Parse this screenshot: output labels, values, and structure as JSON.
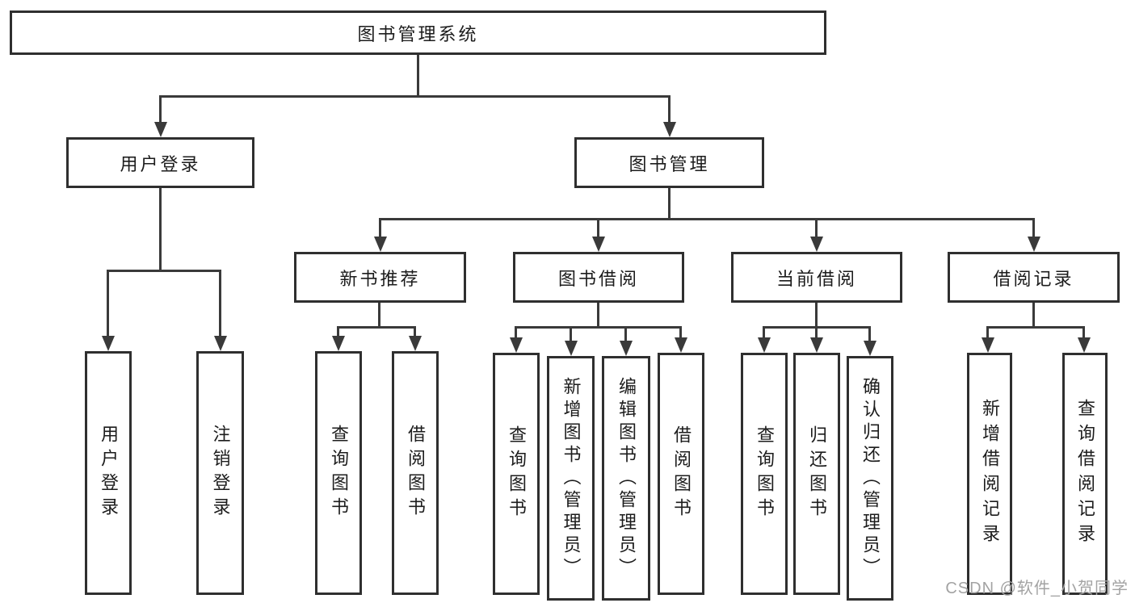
{
  "tree": {
    "root": "图书管理系统",
    "branches": [
      {
        "label": "用户登录",
        "leaves": [
          "用户登录",
          "注销登录"
        ]
      },
      {
        "label": "图书管理",
        "groups": [
          {
            "label": "新书推荐",
            "leaves": [
              "查询图书",
              "借阅图书"
            ]
          },
          {
            "label": "图书借阅",
            "leaves": [
              "查询图书",
              "新增图书（管理员）",
              "编辑图书（管理员）",
              "借阅图书"
            ]
          },
          {
            "label": "当前借阅",
            "leaves": [
              "查询图书",
              "归还图书",
              "确认归还（管理员）"
            ]
          },
          {
            "label": "借阅记录",
            "leaves": [
              "新增借阅记录",
              "查询借阅记录"
            ]
          }
        ]
      }
    ]
  },
  "watermark": "CSDN @软件_小贺同学",
  "colors": {
    "line": "#3a3a3a",
    "border": "#2f2f2f",
    "text": "#1c1c1c",
    "watermark": "#a3a3a3",
    "background": "#ffffff"
  }
}
